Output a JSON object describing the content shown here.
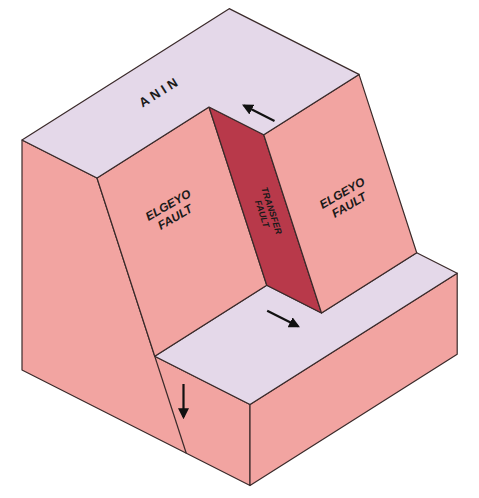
{
  "diagram": {
    "labels": [
      "ANIN",
      "ELGEYO FAULT",
      "TRANSFER FAULT",
      "ELGEYO FAULT"
    ]
  }
}
